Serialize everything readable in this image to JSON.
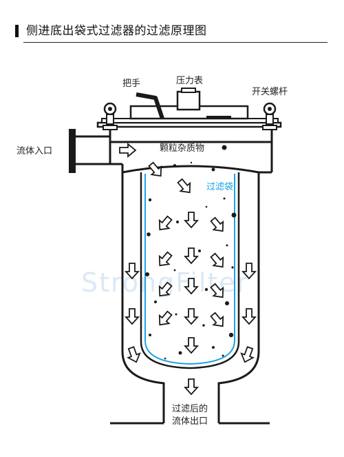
{
  "title": "侧进底出袋式过滤器的过滤原理图",
  "labels": {
    "handle": "把手",
    "pressure_gauge": "压力表",
    "swing_bolt": "开关螺杆",
    "inlet": "流体入口",
    "particles": "颗粒杂质物",
    "filter_bag": "过滤袋",
    "outlet_line1": "过滤后的",
    "outlet_line2": "流体出口"
  },
  "watermark": "StrongFilter",
  "colors": {
    "outline": "#1a1a1a",
    "filter_bag": "#1aa3e6",
    "watermark": "#dbe9f6",
    "background": "#ffffff"
  }
}
